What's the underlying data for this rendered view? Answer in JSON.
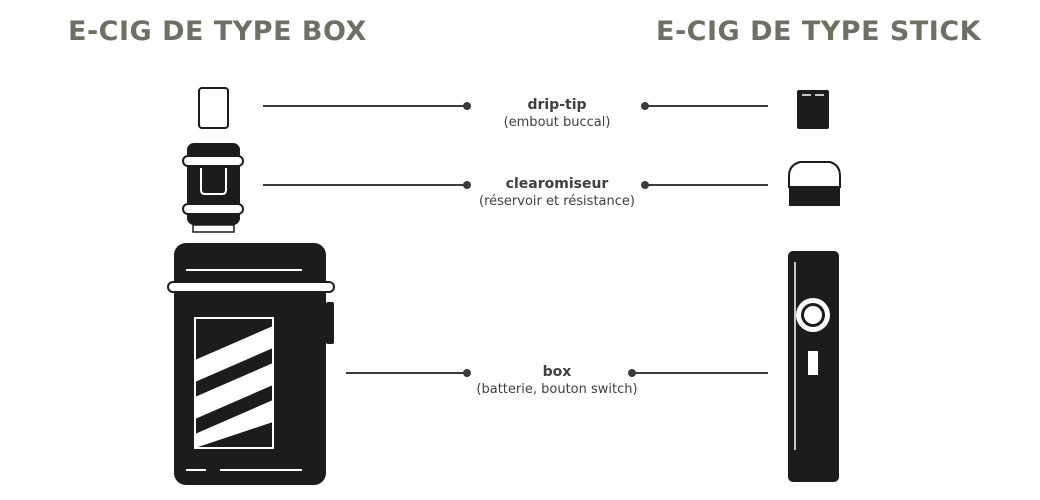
{
  "headings": {
    "box": "E-CIG DE TYPE BOX",
    "stick": "E-CIG DE TYPE STICK"
  },
  "components": [
    {
      "title": "drip-tip",
      "subtitle": "(embout buccal)"
    },
    {
      "title": "clearomiseur",
      "subtitle": "(réservoir et résistance)"
    },
    {
      "title": "box",
      "subtitle": "(batterie, bouton switch)"
    }
  ],
  "colors": {
    "ink": "#1c1c1c",
    "heading": "#6f6f66",
    "text": "#3f3f3c",
    "line": "#3a3a3a"
  }
}
